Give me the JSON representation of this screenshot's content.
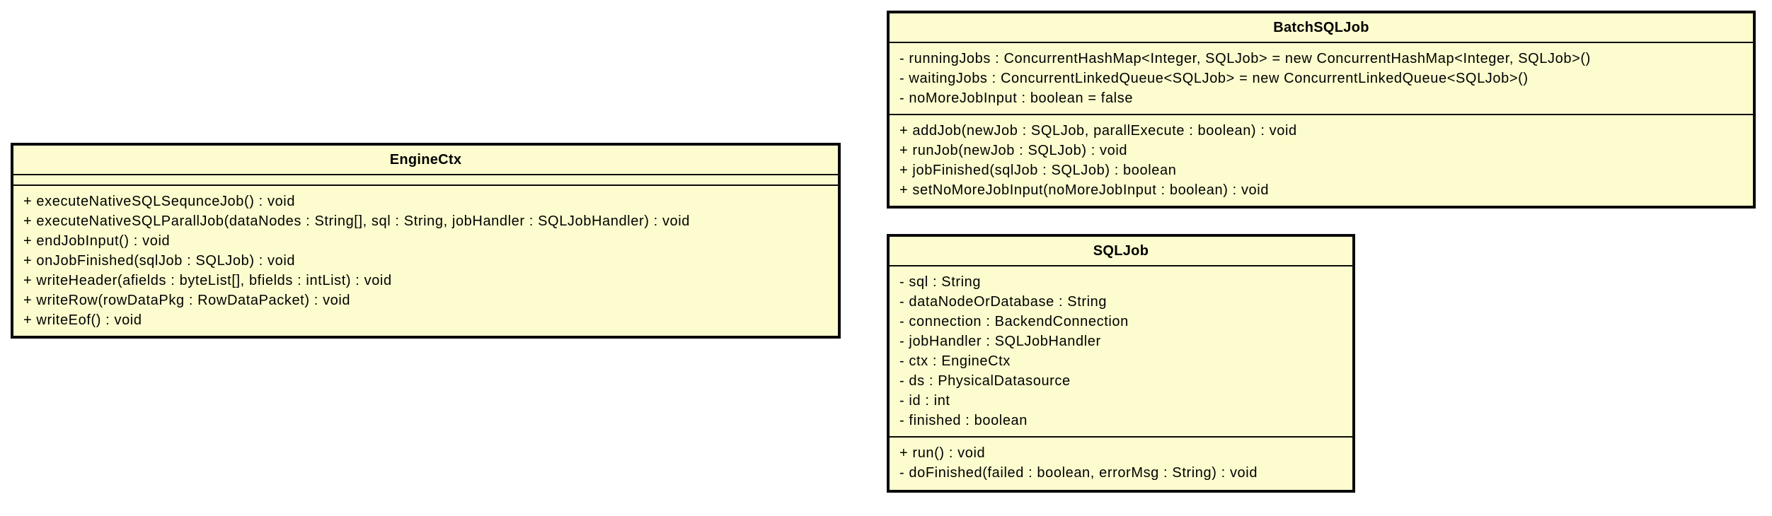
{
  "colors": {
    "canvas_background": "#FFFFFF",
    "class_fill": "#FCFCCE",
    "class_border": "#0A0A0A",
    "text": "#000000"
  },
  "diagram_type": "uml-class-diagram",
  "classes": [
    {
      "name": "EngineCtx",
      "attributes": [],
      "methods": [
        "+ executeNativeSQLSequnceJob() : void",
        "+ executeNativeSQLParallJob(dataNodes : String[], sql : String, jobHandler : SQLJobHandler) : void",
        "+ endJobInput() : void",
        "+ onJobFinished(sqlJob : SQLJob) : void",
        "+ writeHeader(afields : byteList[], bfields : intList) : void",
        "+ writeRow(rowDataPkg : RowDataPacket) : void",
        "+ writeEof() : void"
      ]
    },
    {
      "name": "BatchSQLJob",
      "attributes": [
        "- runningJobs : ConcurrentHashMap<Integer, SQLJob> = new ConcurrentHashMap<Integer, SQLJob>()",
        "- waitingJobs : ConcurrentLinkedQueue<SQLJob> = new ConcurrentLinkedQueue<SQLJob>()",
        "- noMoreJobInput : boolean = false"
      ],
      "methods": [
        "+ addJob(newJob : SQLJob, parallExecute : boolean) : void",
        "+ runJob(newJob : SQLJob) : void",
        "+ jobFinished(sqlJob : SQLJob) : boolean",
        "+ setNoMoreJobInput(noMoreJobInput : boolean) : void"
      ]
    },
    {
      "name": "SQLJob",
      "attributes": [
        "- sql : String",
        "- dataNodeOrDatabase : String",
        "- connection : BackendConnection",
        "- jobHandler : SQLJobHandler",
        "- ctx : EngineCtx",
        "- ds : PhysicalDatasource",
        "- id : int",
        "- finished : boolean"
      ],
      "methods": [
        "+ run() : void",
        "- doFinished(failed : boolean, errorMsg : String) : void"
      ]
    }
  ]
}
